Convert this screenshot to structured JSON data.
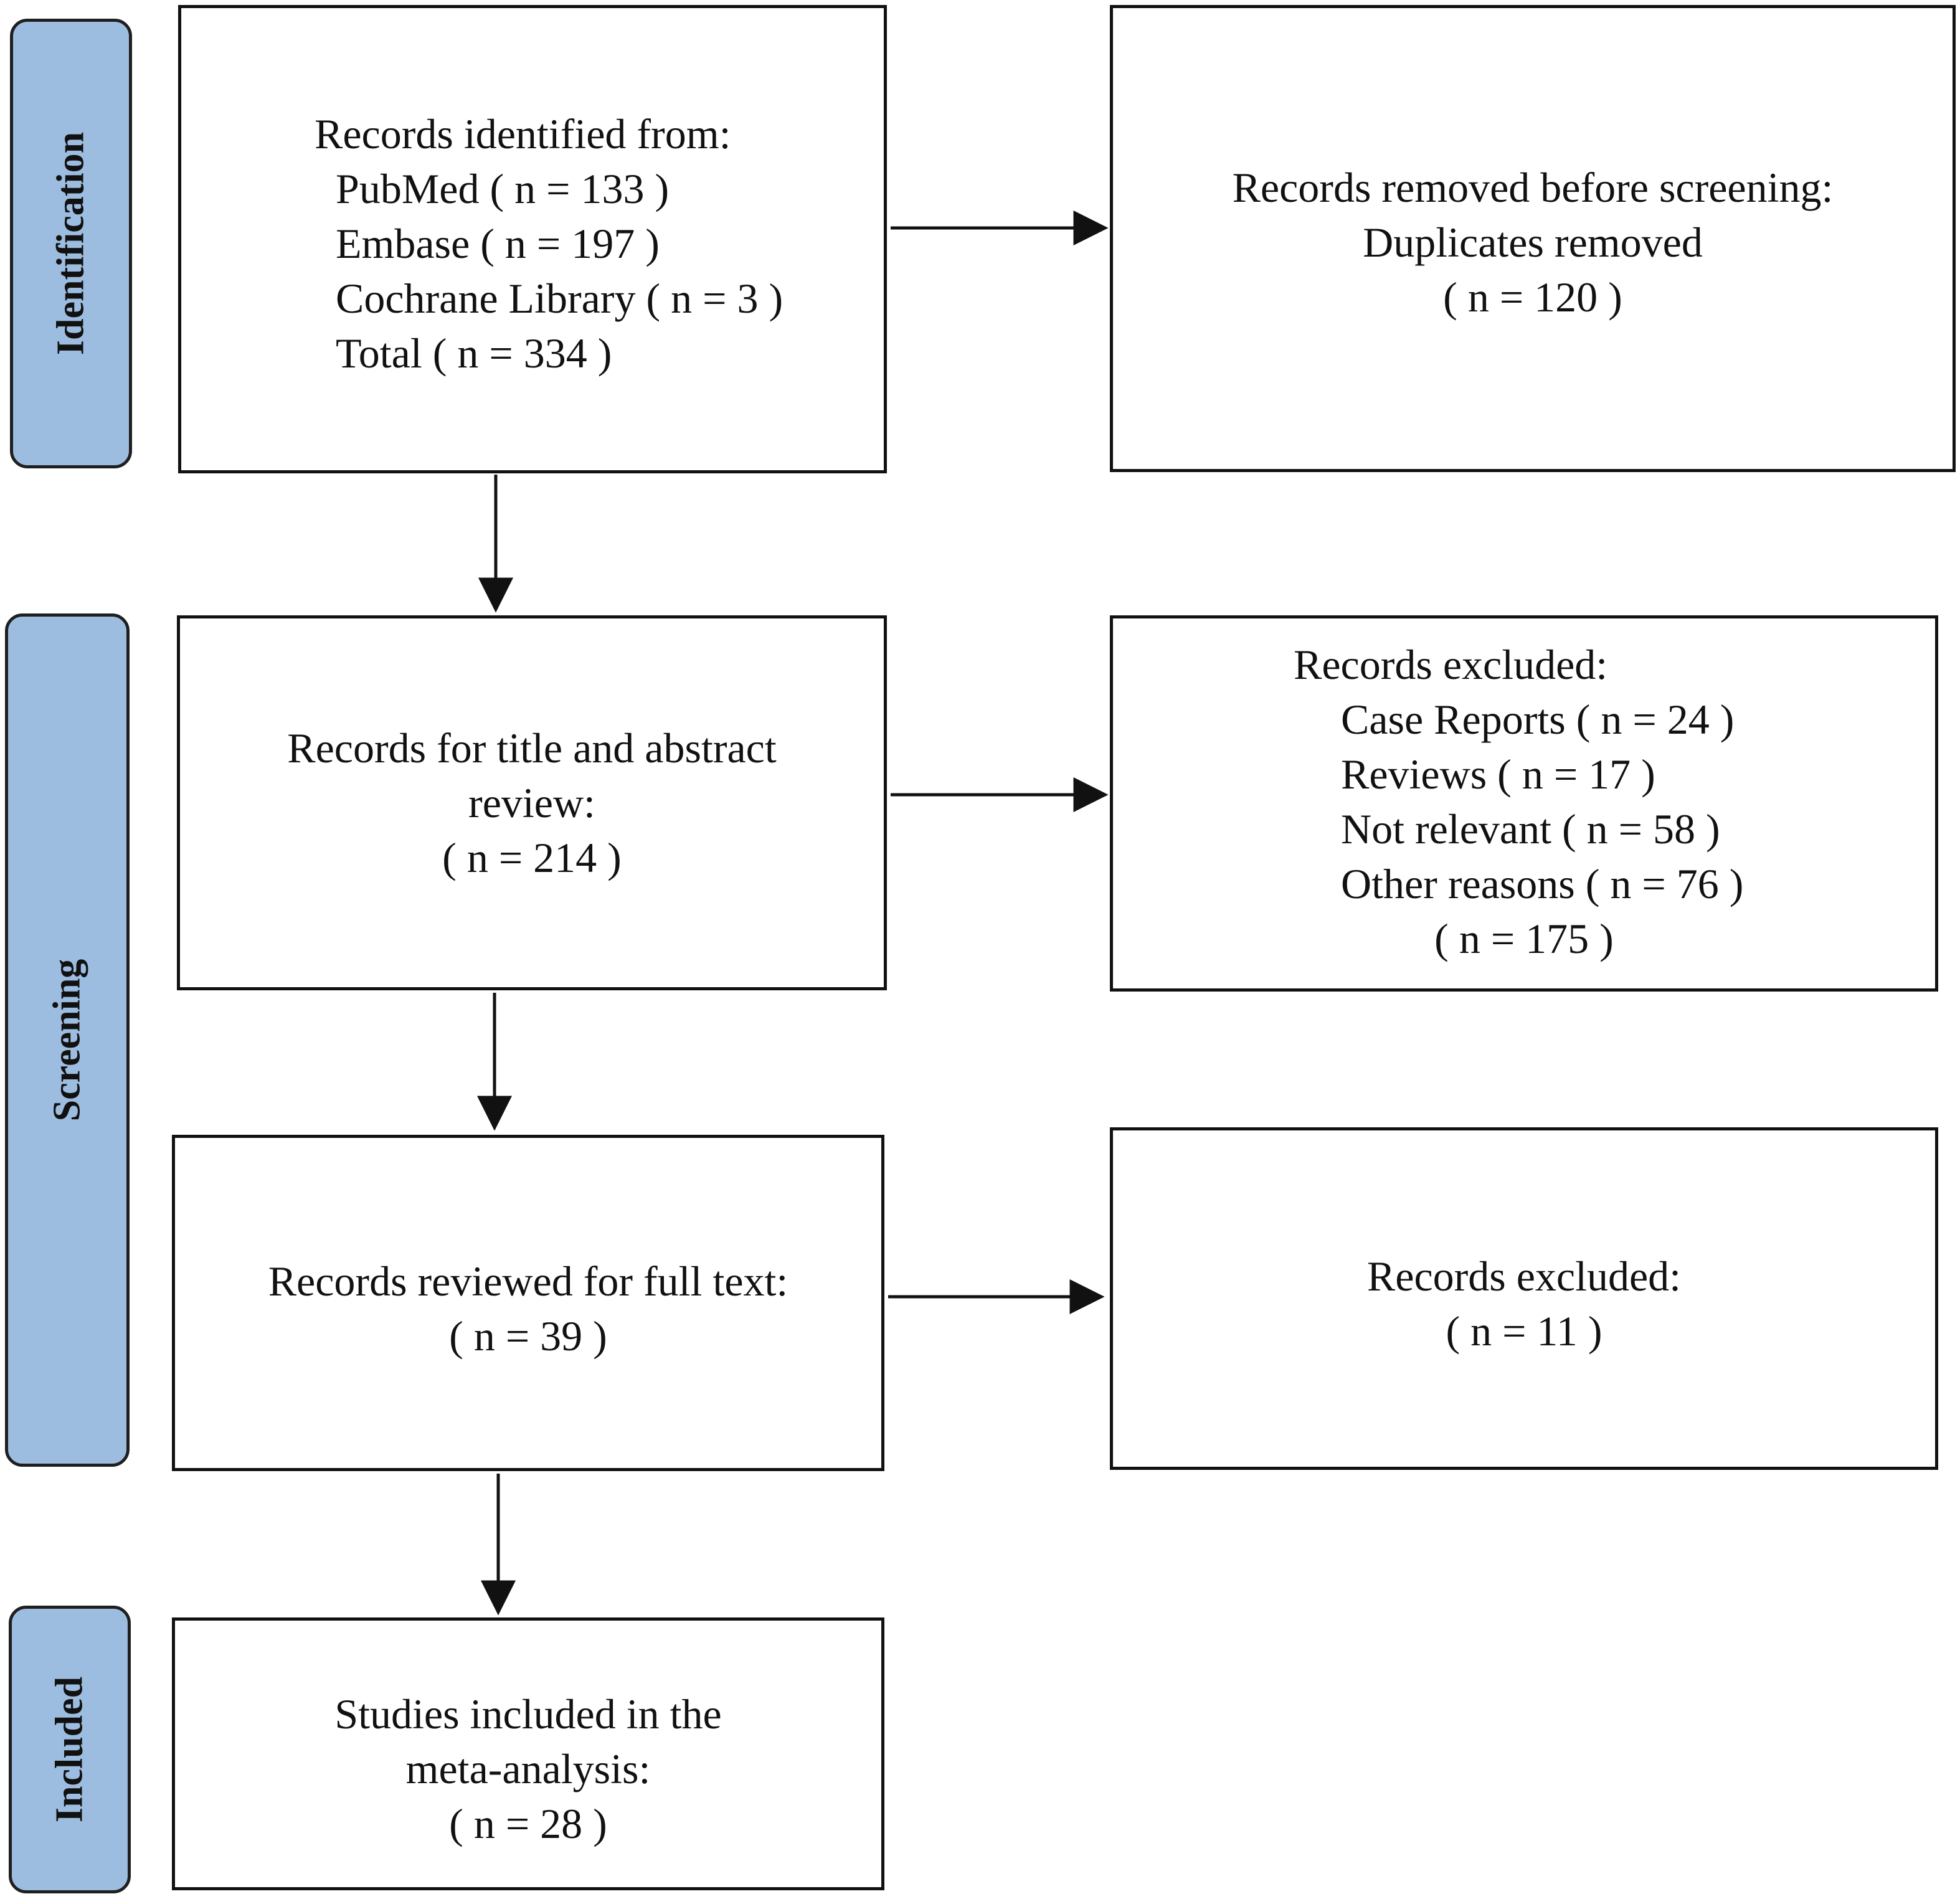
{
  "phases": {
    "identification": "Identification",
    "screening": "Screening",
    "included": "Included"
  },
  "boxes": {
    "identified": {
      "lines": [
        "Records identified from:",
        "PubMed ( n = 133 )",
        "Embase ( n = 197 )",
        "Cochrane Library ( n = 3 )",
        "Total ( n = 334 )"
      ]
    },
    "removed": {
      "lines": [
        "Records removed before screening:",
        "Duplicates removed",
        "( n = 120 )"
      ]
    },
    "title_abstract": {
      "lines": [
        "Records for title and abstract",
        "review:",
        "( n = 214 )"
      ]
    },
    "excluded_1": {
      "lines": [
        "Records excluded:",
        "Case Reports ( n = 24 )",
        "Reviews ( n = 17 )",
        "Not relevant ( n = 58 )",
        "Other reasons ( n = 76 )",
        "( n = 175 )"
      ]
    },
    "full_text": {
      "lines": [
        "Records reviewed for full text:",
        "( n = 39 )"
      ]
    },
    "excluded_2": {
      "lines": [
        "Records excluded:",
        "( n = 11 )"
      ]
    },
    "included": {
      "lines": [
        "Studies included in the",
        "meta-analysis:",
        "( n = 28 )"
      ]
    }
  },
  "colors": {
    "phase_fill": "#9dbde0",
    "border": "#111111"
  }
}
